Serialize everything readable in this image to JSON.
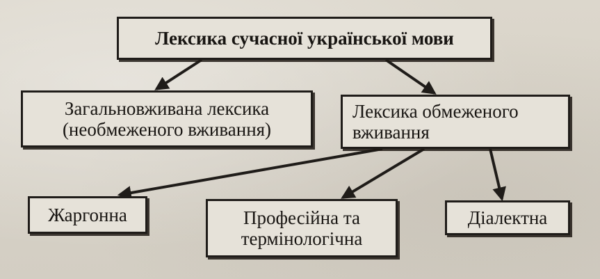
{
  "diagram": {
    "root": {
      "label": "Лексика сучасної української мови"
    },
    "general": {
      "label": "Загальновживана лексика\n(необмеженого вживання)"
    },
    "restricted": {
      "label": "Лексика обмеженого\nвживання"
    },
    "jargon": {
      "label": "Жаргонна"
    },
    "professional": {
      "label": "Професійна та\nтермінологічна"
    },
    "dialect": {
      "label": "Діалектна"
    }
  }
}
